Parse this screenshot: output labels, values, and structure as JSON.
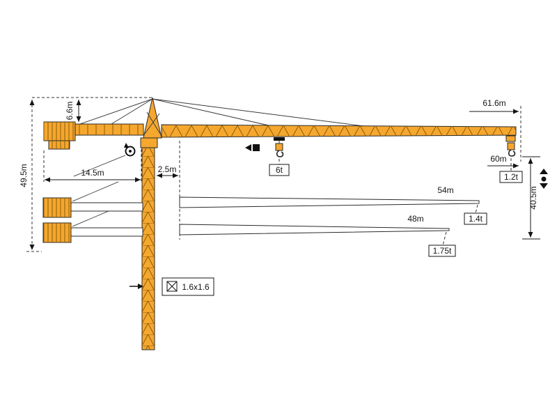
{
  "diagram": {
    "colors": {
      "crane": "#f5a72e",
      "outline": "#2a2a2a"
    },
    "heights": {
      "overall": "49.5m",
      "tower_top": "6.6m",
      "under_hook": "40.5m"
    },
    "radii": {
      "counter_jib": "14.5m",
      "tower_offset": "2.5m",
      "hook_max": "60m"
    },
    "max_capacity": "6t",
    "mast_section": "1.6x1.6",
    "jib_variants": [
      {
        "length": "61.6m",
        "tip_capacity": "1.2t"
      },
      {
        "length": "54m",
        "tip_capacity": "1.4t"
      },
      {
        "length": "48m",
        "tip_capacity": "1.75t"
      }
    ]
  }
}
